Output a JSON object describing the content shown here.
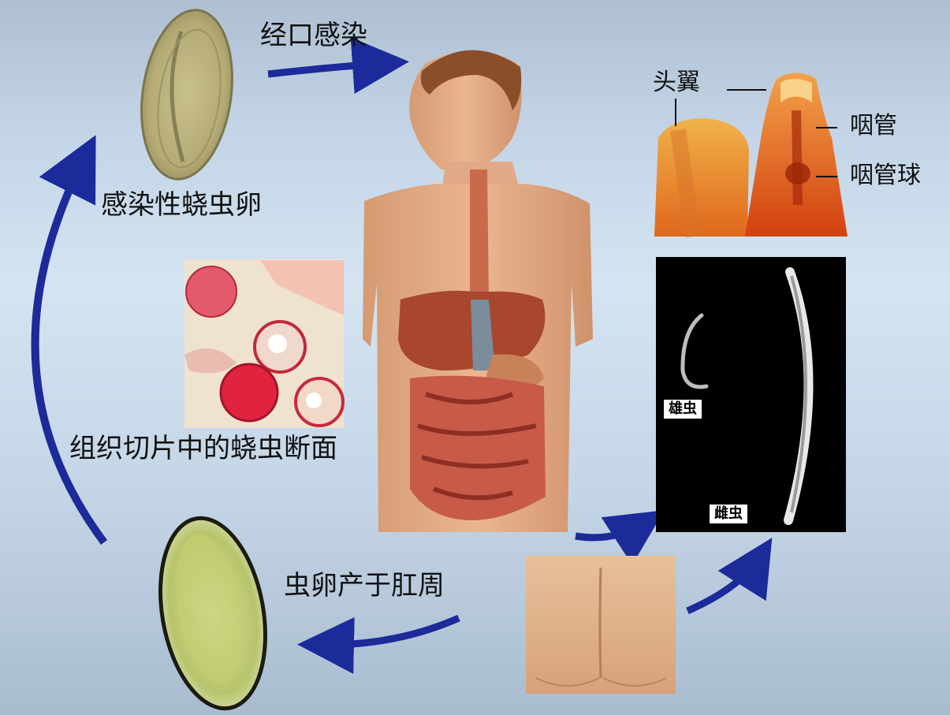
{
  "labels": {
    "oral_infection": "经口感染",
    "infective_egg": "感染性蛲虫卵",
    "tissue_section": "组织切片中的蛲虫断面",
    "eggs_laid_perianal": "虫卵产于肛周"
  },
  "head_callouts": {
    "cephalic_alae": "头翼",
    "esophagus": "咽管",
    "esophageal_bulb": "咽管球"
  },
  "worm_tags": {
    "male": "雄虫",
    "female": "雌虫"
  },
  "colors": {
    "arrow": "#1c2a9a",
    "background_top": "#aebfd2",
    "background_mid": "#d4e4f1"
  },
  "icons": [
    "egg-illustration",
    "human-torso-illustration",
    "worm-head-illustration",
    "tissue-section-illustration",
    "worm-photo",
    "buttocks-illustration"
  ]
}
